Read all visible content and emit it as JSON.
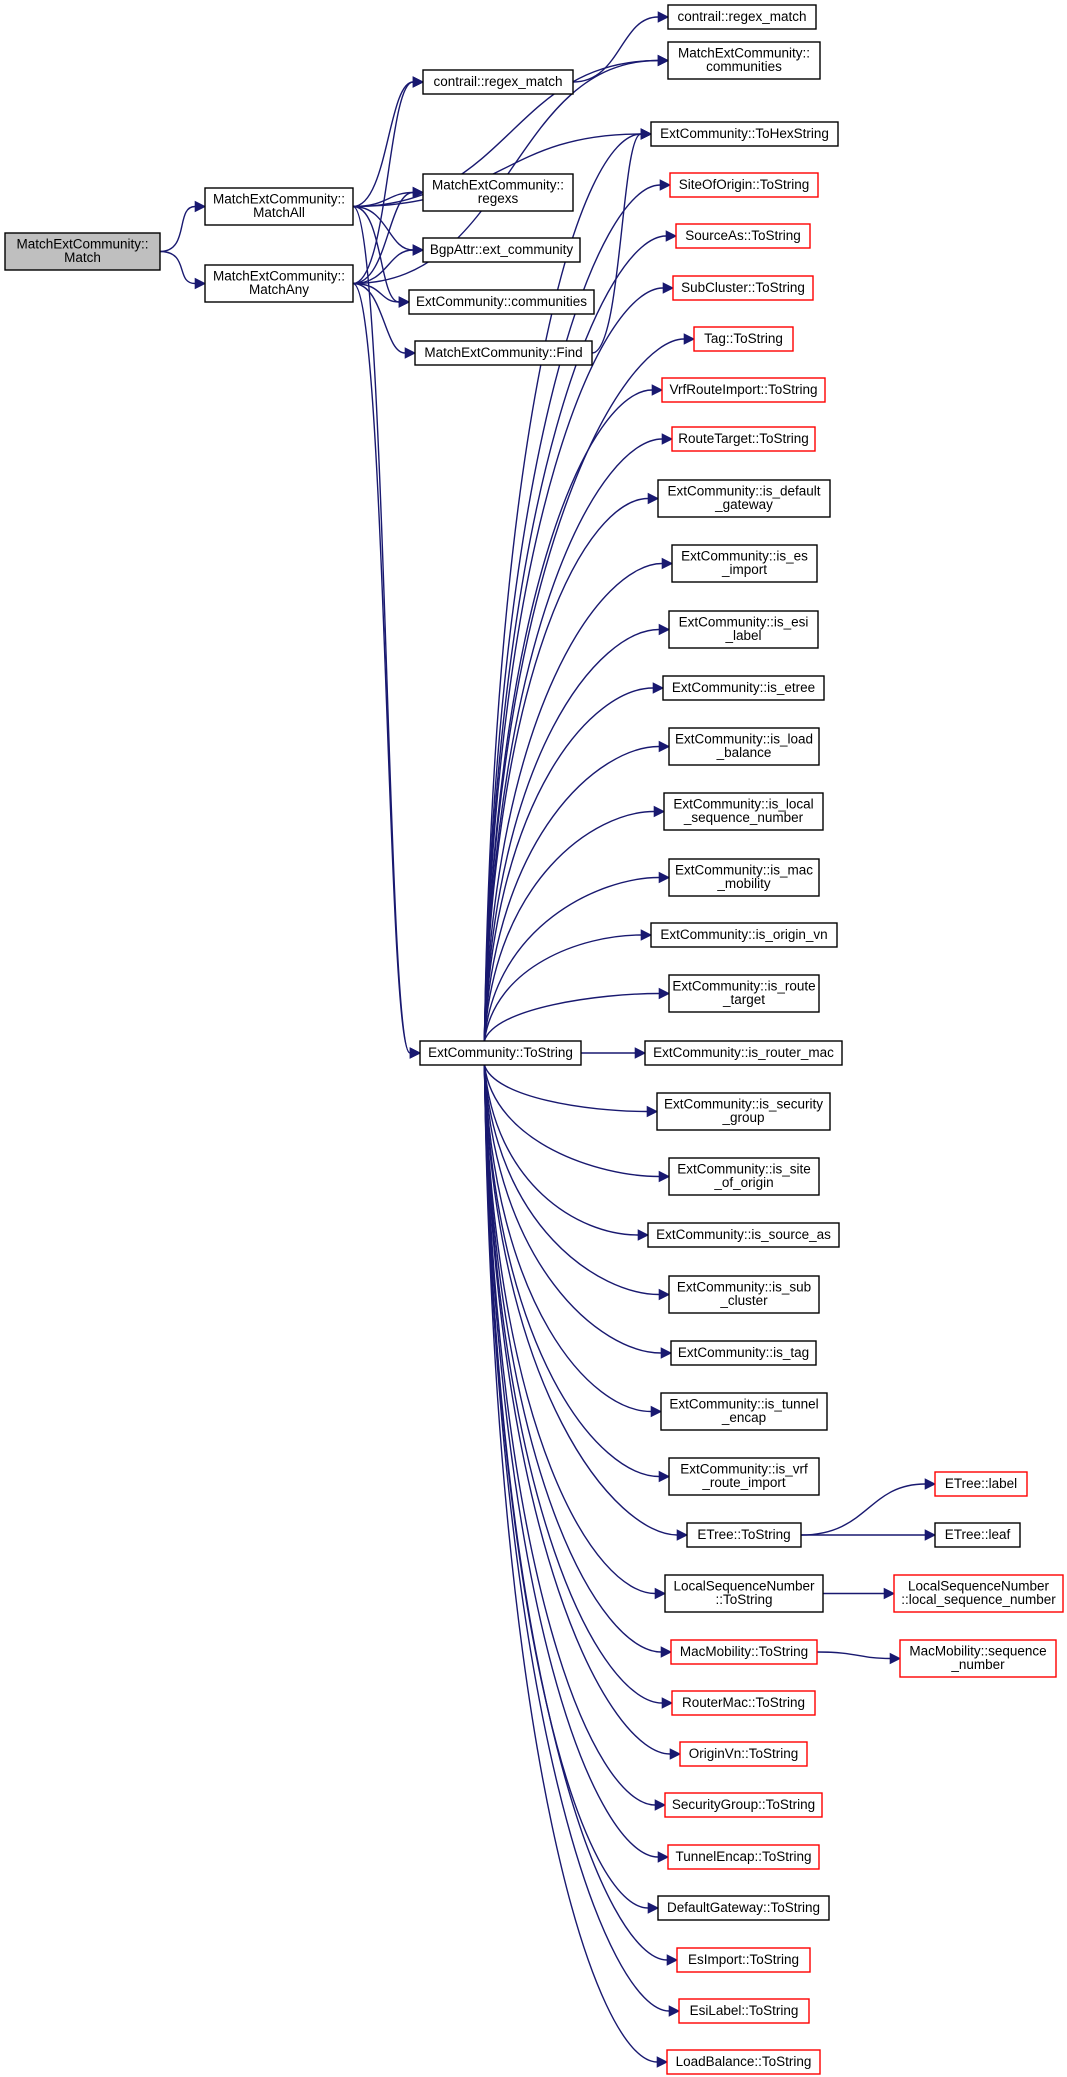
{
  "colors": {
    "edge": "#191970",
    "border_normal": "#000000",
    "border_truncated": "#ff0000",
    "fill_root": "#bfbfbf",
    "fill_normal": "#ffffff"
  },
  "nodes": [
    {
      "id": "match",
      "lines": [
        "MatchExtCommunity::",
        "Match"
      ],
      "style": "root"
    },
    {
      "id": "matchall",
      "lines": [
        "MatchExtCommunity::",
        "MatchAll"
      ],
      "style": "normal"
    },
    {
      "id": "matchany",
      "lines": [
        "MatchExtCommunity::",
        "MatchAny"
      ],
      "style": "normal"
    },
    {
      "id": "regex_match_top",
      "lines": [
        "contrail::regex_match"
      ],
      "style": "normal"
    },
    {
      "id": "mec_communities",
      "lines": [
        "MatchExtCommunity::",
        "communities"
      ],
      "style": "normal"
    },
    {
      "id": "regex_match",
      "lines": [
        "contrail::regex_match"
      ],
      "style": "normal"
    },
    {
      "id": "tohexstring",
      "lines": [
        "ExtCommunity::ToHexString"
      ],
      "style": "normal"
    },
    {
      "id": "regexs",
      "lines": [
        "MatchExtCommunity::",
        "regexs"
      ],
      "style": "normal"
    },
    {
      "id": "siteoforigin",
      "lines": [
        "SiteOfOrigin::ToString"
      ],
      "style": "truncated"
    },
    {
      "id": "bgpattr",
      "lines": [
        "BgpAttr::ext_community"
      ],
      "style": "normal"
    },
    {
      "id": "sourceas",
      "lines": [
        "SourceAs::ToString"
      ],
      "style": "truncated"
    },
    {
      "id": "ec_communities",
      "lines": [
        "ExtCommunity::communities"
      ],
      "style": "normal"
    },
    {
      "id": "subcluster",
      "lines": [
        "SubCluster::ToString"
      ],
      "style": "truncated"
    },
    {
      "id": "find",
      "lines": [
        "MatchExtCommunity::Find"
      ],
      "style": "normal"
    },
    {
      "id": "tag",
      "lines": [
        "Tag::ToString"
      ],
      "style": "truncated"
    },
    {
      "id": "vrfrouteimport",
      "lines": [
        "VrfRouteImport::ToString"
      ],
      "style": "truncated"
    },
    {
      "id": "routetarget",
      "lines": [
        "RouteTarget::ToString"
      ],
      "style": "truncated"
    },
    {
      "id": "is_default_gateway",
      "lines": [
        "ExtCommunity::is_default",
        "_gateway"
      ],
      "style": "normal"
    },
    {
      "id": "is_es_import",
      "lines": [
        "ExtCommunity::is_es",
        "_import"
      ],
      "style": "normal"
    },
    {
      "id": "is_esi_label",
      "lines": [
        "ExtCommunity::is_esi",
        "_label"
      ],
      "style": "normal"
    },
    {
      "id": "is_etree",
      "lines": [
        "ExtCommunity::is_etree"
      ],
      "style": "normal"
    },
    {
      "id": "is_load_balance",
      "lines": [
        "ExtCommunity::is_load",
        "_balance"
      ],
      "style": "normal"
    },
    {
      "id": "is_local_sequence_number",
      "lines": [
        "ExtCommunity::is_local",
        "_sequence_number"
      ],
      "style": "normal"
    },
    {
      "id": "is_mac_mobility",
      "lines": [
        "ExtCommunity::is_mac",
        "_mobility"
      ],
      "style": "normal"
    },
    {
      "id": "is_origin_vn",
      "lines": [
        "ExtCommunity::is_origin_vn"
      ],
      "style": "normal"
    },
    {
      "id": "is_route_target",
      "lines": [
        "ExtCommunity::is_route",
        "_target"
      ],
      "style": "normal"
    },
    {
      "id": "tostring",
      "lines": [
        "ExtCommunity::ToString"
      ],
      "style": "normal"
    },
    {
      "id": "is_router_mac",
      "lines": [
        "ExtCommunity::is_router_mac"
      ],
      "style": "normal"
    },
    {
      "id": "is_security_group",
      "lines": [
        "ExtCommunity::is_security",
        "_group"
      ],
      "style": "normal"
    },
    {
      "id": "is_site_of_origin",
      "lines": [
        "ExtCommunity::is_site",
        "_of_origin"
      ],
      "style": "normal"
    },
    {
      "id": "is_source_as",
      "lines": [
        "ExtCommunity::is_source_as"
      ],
      "style": "normal"
    },
    {
      "id": "is_sub_cluster",
      "lines": [
        "ExtCommunity::is_sub",
        "_cluster"
      ],
      "style": "normal"
    },
    {
      "id": "is_tag",
      "lines": [
        "ExtCommunity::is_tag"
      ],
      "style": "normal"
    },
    {
      "id": "is_tunnel_encap",
      "lines": [
        "ExtCommunity::is_tunnel",
        "_encap"
      ],
      "style": "normal"
    },
    {
      "id": "is_vrf_route_import",
      "lines": [
        "ExtCommunity::is_vrf",
        "_route_import"
      ],
      "style": "normal"
    },
    {
      "id": "etree_label",
      "lines": [
        "ETree::label"
      ],
      "style": "truncated"
    },
    {
      "id": "etree_tostring",
      "lines": [
        "ETree::ToString"
      ],
      "style": "normal"
    },
    {
      "id": "etree_leaf",
      "lines": [
        "ETree::leaf"
      ],
      "style": "normal"
    },
    {
      "id": "lsn_tostring",
      "lines": [
        "LocalSequenceNumber",
        "::ToString"
      ],
      "style": "normal"
    },
    {
      "id": "lsn_local",
      "lines": [
        "LocalSequenceNumber",
        "::local_sequence_number"
      ],
      "style": "truncated"
    },
    {
      "id": "macmobility_tostring",
      "lines": [
        "MacMobility::ToString"
      ],
      "style": "truncated"
    },
    {
      "id": "macmobility_seq",
      "lines": [
        "MacMobility::sequence",
        "_number"
      ],
      "style": "truncated"
    },
    {
      "id": "routermac",
      "lines": [
        "RouterMac::ToString"
      ],
      "style": "truncated"
    },
    {
      "id": "originvn",
      "lines": [
        "OriginVn::ToString"
      ],
      "style": "truncated"
    },
    {
      "id": "securitygroup",
      "lines": [
        "SecurityGroup::ToString"
      ],
      "style": "truncated"
    },
    {
      "id": "tunnelencap",
      "lines": [
        "TunnelEncap::ToString"
      ],
      "style": "truncated"
    },
    {
      "id": "defaultgateway",
      "lines": [
        "DefaultGateway::ToString"
      ],
      "style": "normal"
    },
    {
      "id": "esimport",
      "lines": [
        "EsImport::ToString"
      ],
      "style": "truncated"
    },
    {
      "id": "esilabel",
      "lines": [
        "EsiLabel::ToString"
      ],
      "style": "truncated"
    },
    {
      "id": "loadbalance",
      "lines": [
        "LoadBalance::ToString"
      ],
      "style": "truncated"
    }
  ],
  "edges": [
    [
      "match",
      "matchall"
    ],
    [
      "match",
      "matchany"
    ],
    [
      "matchall",
      "regex_match"
    ],
    [
      "matchall",
      "mec_communities"
    ],
    [
      "matchall",
      "tohexstring"
    ],
    [
      "matchall",
      "regexs"
    ],
    [
      "matchall",
      "bgpattr"
    ],
    [
      "matchall",
      "ec_communities"
    ],
    [
      "matchall",
      "tostring"
    ],
    [
      "matchany",
      "regex_match"
    ],
    [
      "matchany",
      "regexs"
    ],
    [
      "matchany",
      "bgpattr"
    ],
    [
      "matchany",
      "ec_communities"
    ],
    [
      "matchany",
      "find"
    ],
    [
      "matchany",
      "mec_communities"
    ],
    [
      "matchany",
      "tostring"
    ],
    [
      "regex_match",
      "regex_match_top"
    ],
    [
      "find",
      "tohexstring"
    ],
    [
      "tostring",
      "tohexstring"
    ],
    [
      "tostring",
      "siteoforigin"
    ],
    [
      "tostring",
      "sourceas"
    ],
    [
      "tostring",
      "subcluster"
    ],
    [
      "tostring",
      "tag"
    ],
    [
      "tostring",
      "vrfrouteimport"
    ],
    [
      "tostring",
      "routetarget"
    ],
    [
      "tostring",
      "is_default_gateway"
    ],
    [
      "tostring",
      "is_es_import"
    ],
    [
      "tostring",
      "is_esi_label"
    ],
    [
      "tostring",
      "is_etree"
    ],
    [
      "tostring",
      "is_load_balance"
    ],
    [
      "tostring",
      "is_local_sequence_number"
    ],
    [
      "tostring",
      "is_mac_mobility"
    ],
    [
      "tostring",
      "is_origin_vn"
    ],
    [
      "tostring",
      "is_route_target"
    ],
    [
      "tostring",
      "is_router_mac"
    ],
    [
      "tostring",
      "is_security_group"
    ],
    [
      "tostring",
      "is_site_of_origin"
    ],
    [
      "tostring",
      "is_source_as"
    ],
    [
      "tostring",
      "is_sub_cluster"
    ],
    [
      "tostring",
      "is_tag"
    ],
    [
      "tostring",
      "is_tunnel_encap"
    ],
    [
      "tostring",
      "is_vrf_route_import"
    ],
    [
      "tostring",
      "etree_tostring"
    ],
    [
      "tostring",
      "lsn_tostring"
    ],
    [
      "tostring",
      "macmobility_tostring"
    ],
    [
      "tostring",
      "routermac"
    ],
    [
      "tostring",
      "originvn"
    ],
    [
      "tostring",
      "securitygroup"
    ],
    [
      "tostring",
      "tunnelencap"
    ],
    [
      "tostring",
      "defaultgateway"
    ],
    [
      "tostring",
      "esimport"
    ],
    [
      "tostring",
      "esilabel"
    ],
    [
      "tostring",
      "loadbalance"
    ],
    [
      "etree_tostring",
      "etree_label"
    ],
    [
      "etree_tostring",
      "etree_leaf"
    ],
    [
      "lsn_tostring",
      "lsn_local"
    ],
    [
      "macmobility_tostring",
      "macmobility_seq"
    ]
  ]
}
